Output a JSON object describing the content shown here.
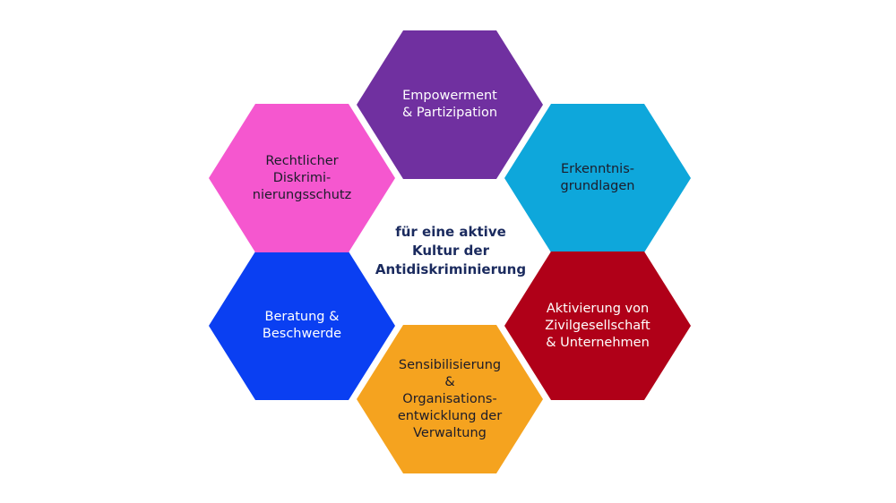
{
  "center": {
    "text": "für eine aktive\nKultur der\nAntidiskriminierung"
  },
  "hexagons": [
    {
      "id": "empowerment",
      "text": "Empowerment\n& Partizipation",
      "color": "#7030A0",
      "text_color": "light"
    },
    {
      "id": "erkenntnis",
      "text": "Erkenntnis-\ngrundlagen",
      "color": "#0EA7DB",
      "text_color": "dark"
    },
    {
      "id": "aktivierung",
      "text": "Aktivierung von\nZivilgesellschaft\n& Unternehmen",
      "color": "#B00018",
      "text_color": "light"
    },
    {
      "id": "sensibilisierung",
      "text": "Sensibilisierung\n&\nOrganisations-\nentwicklung der\nVerwaltung",
      "color": "#F5A31F",
      "text_color": "dark"
    },
    {
      "id": "beratung",
      "text": "Beratung &\nBeschwerde",
      "color": "#0A3FF2",
      "text_color": "light"
    },
    {
      "id": "rechtlicher",
      "text": "Rechtlicher\nDiskrimi-\nnierungsschutz",
      "color": "#F557CF",
      "text_color": "dark"
    }
  ]
}
